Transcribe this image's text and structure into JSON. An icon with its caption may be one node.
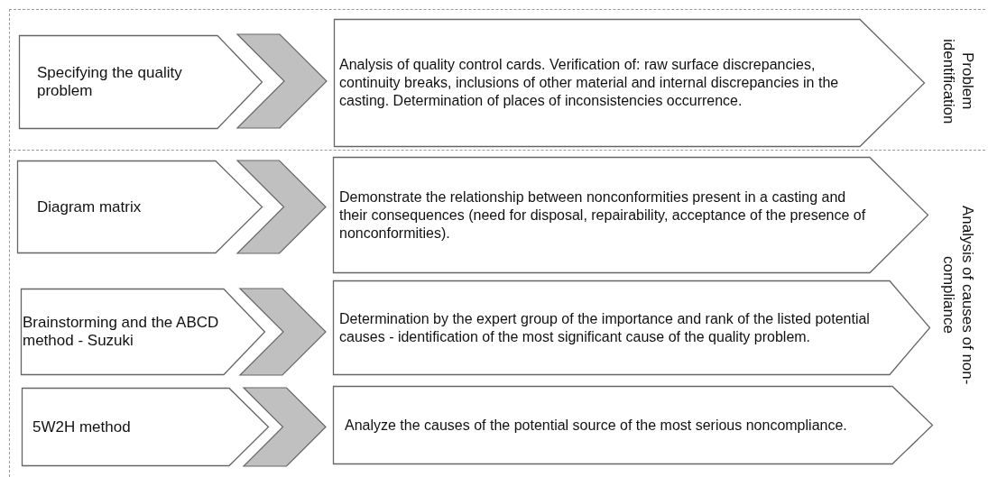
{
  "diagram": {
    "nodes": [
      {
        "text": [
          "Problem identification"
        ]
      },
      {
        "text": [
          "Specifying the quality problem"
        ],
        "in": 0
      },
      {
        "text": [
          "Analysis of quality control cards. Verification of: raw surface discrepancies, continuity breaks, inclusions of other material and internal discrepancies in the casting. Determination of places of inconsistencies occurrence."
        ],
        "in": 0
      },
      {
        "text": [
          "Analysis of causes of non-compliance"
        ]
      },
      {
        "text": [
          "Diagram matrix"
        ],
        "in": 3
      },
      {
        "text": [
          "Demonstrate the relationship between nonconformities present in a casting and their consequences (need for disposal, repairability, acceptance of the presence of nonconformities)."
        ],
        "in": 3
      },
      {
        "text": [
          "Brainstorming and the ABCD method - Suzuki"
        ],
        "in": 3
      },
      {
        "text": [
          "Determination by the expert group of the importance and rank of the listed potential causes - identification of the most significant cause of the quality problem."
        ],
        "in": 3
      },
      {
        "text": [
          "5W2H method"
        ],
        "in": 3
      },
      {
        "text": [
          "Analyze the causes of the potential source of the most serious noncompliance."
        ],
        "in": 3
      }
    ],
    "edges": [
      {
        "from": 1,
        "to": 2,
        "arrow": "to"
      },
      {
        "from": 4,
        "to": 5,
        "arrow": "to"
      },
      {
        "from": 6,
        "to": 7,
        "arrow": "to"
      },
      {
        "from": 8,
        "to": 9,
        "arrow": "to"
      }
    ]
  }
}
